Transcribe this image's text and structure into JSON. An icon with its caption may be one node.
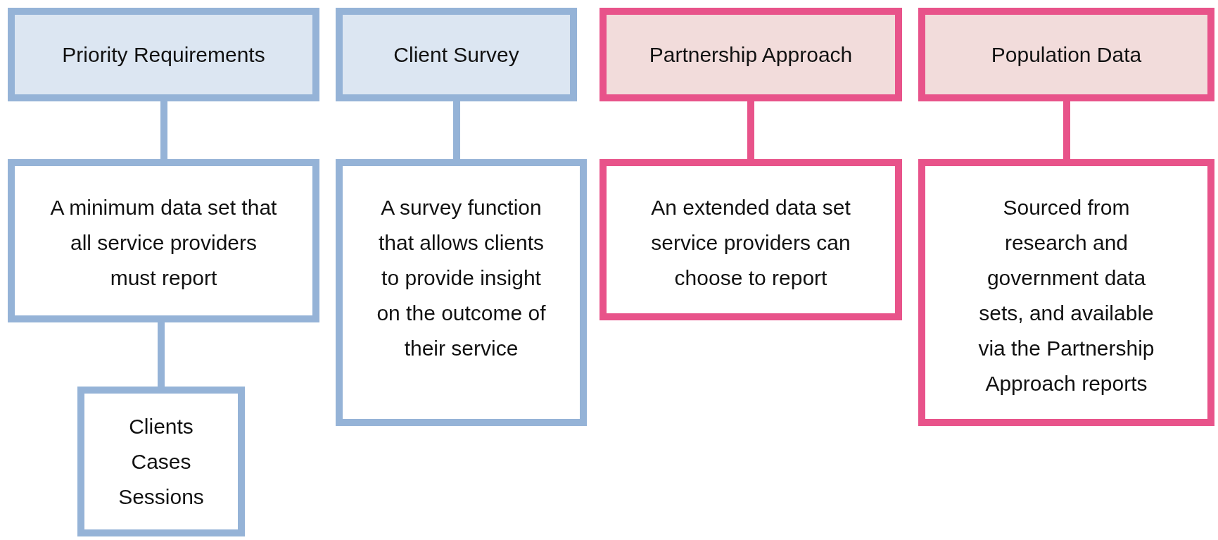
{
  "diagram": {
    "nodes": [
      {
        "text": [
          "Priority Requirements"
        ]
      },
      {
        "text": [
          "Client Survey"
        ]
      },
      {
        "text": [
          "Partnership Approach"
        ]
      },
      {
        "text": [
          "Population Data"
        ]
      },
      {
        "text": [
          "A minimum data set that all service providers must report"
        ]
      },
      {
        "text": [
          "A survey function that allows clients to provide insight on the outcome of their service"
        ]
      },
      {
        "text": [
          "An extended data set service providers can choose to report"
        ]
      },
      {
        "text": [
          "Sourced from research and government data sets, and available via the Partnership Approach reports"
        ]
      },
      {
        "text": [
          "Clients Cases Sessions"
        ]
      }
    ],
    "edges": [
      {
        "from": 0,
        "to": 4,
        "arrow": "none"
      },
      {
        "from": 1,
        "to": 5,
        "arrow": "none"
      },
      {
        "from": 2,
        "to": 6,
        "arrow": "none",
        "color": "#e8538a"
      },
      {
        "from": 3,
        "to": 7,
        "arrow": "none",
        "color": "#e8538a"
      },
      {
        "from": 4,
        "to": 8,
        "arrow": "none"
      }
    ]
  }
}
